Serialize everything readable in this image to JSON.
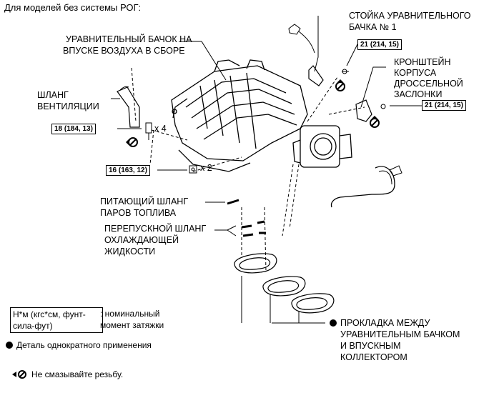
{
  "header": {
    "title": "Для моделей без системы РОГ:"
  },
  "labels": {
    "intake_plenum": [
      "УРАВНИТЕЛЬНЫЙ БАЧОК НА",
      "ВПУСКЕ ВОЗДУХА В СБОРЕ"
    ],
    "stay_no1": [
      "СТОЙКА УРАВНИТЕЛЬНОГО",
      "БАЧКА № 1"
    ],
    "throttle_bracket": [
      "КРОНШТЕЙН",
      "КОРПУСА",
      "ДРОССЕЛЬНОЙ",
      "ЗАСЛОНКИ"
    ],
    "ventilation_hose": [
      "ШЛАНГ",
      "ВЕНТИЛЯЦИИ"
    ],
    "fuel_vapor_hose": [
      "ПИТАЮЩИЙ ШЛАНГ",
      "ПАРОВ ТОПЛИВА"
    ],
    "coolant_bypass_hose": [
      "ПЕРЕПУСКНОЙ ШЛАНГ",
      "ОХЛАЖДАЮЩЕЙ",
      "ЖИДКОСТИ"
    ],
    "gasket": [
      "ПРОКЛАДКА МЕЖДУ",
      "УРАВНИТЕЛЬНЫМ БАЧКОМ",
      "И ВПУСКНЫМ",
      "КОЛЛЕКТОРОМ"
    ]
  },
  "torques": {
    "bolt_x4": "18 (184, 13)",
    "nut_x2": "16 (163, 12)",
    "stay_bolt": "21 (214, 15)",
    "bracket_bolt": "21 (214, 15)"
  },
  "quantities": {
    "bolt": "x 4",
    "nut": "x 2"
  },
  "legend": {
    "unit_box": [
      "Н*м (кгс*см, фунт-",
      "сила-фут)"
    ],
    "unit_desc": [
      ": номинальный",
      "момент затяжки"
    ],
    "non_reusable": "Деталь однократного применения",
    "no_oil": "Не смазывайте резьбу."
  }
}
